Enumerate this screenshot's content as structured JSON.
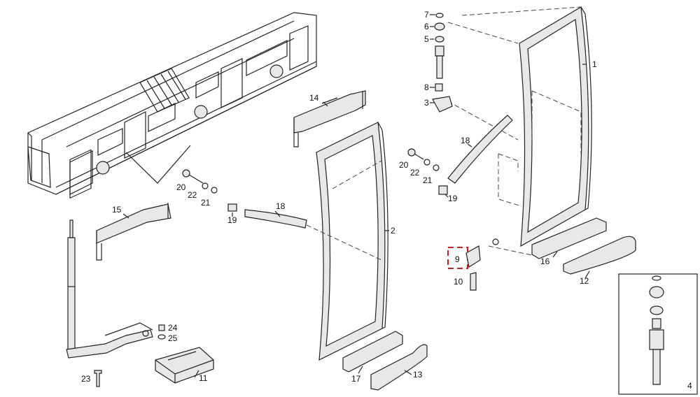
{
  "colors": {
    "line": "#222222",
    "part_fill": "#e8e8e8",
    "highlight": "#cc2222"
  },
  "labels": {
    "l1": "1",
    "l2": "2",
    "l3": "3",
    "l4": "4",
    "l5": "5",
    "l6": "6",
    "l7": "7",
    "l8": "8",
    "l9": "9",
    "l10": "10",
    "l11": "11",
    "l12": "12",
    "l13": "13",
    "l14": "14",
    "l15": "15",
    "l16": "16",
    "l17": "17",
    "l18a": "18",
    "l18b": "18",
    "l19a": "19",
    "l19b": "19",
    "l20a": "20",
    "l20b": "20",
    "l21a": "21",
    "l21b": "21",
    "l22a": "22",
    "l22b": "22",
    "l23": "23",
    "l24": "24",
    "l25": "25"
  }
}
